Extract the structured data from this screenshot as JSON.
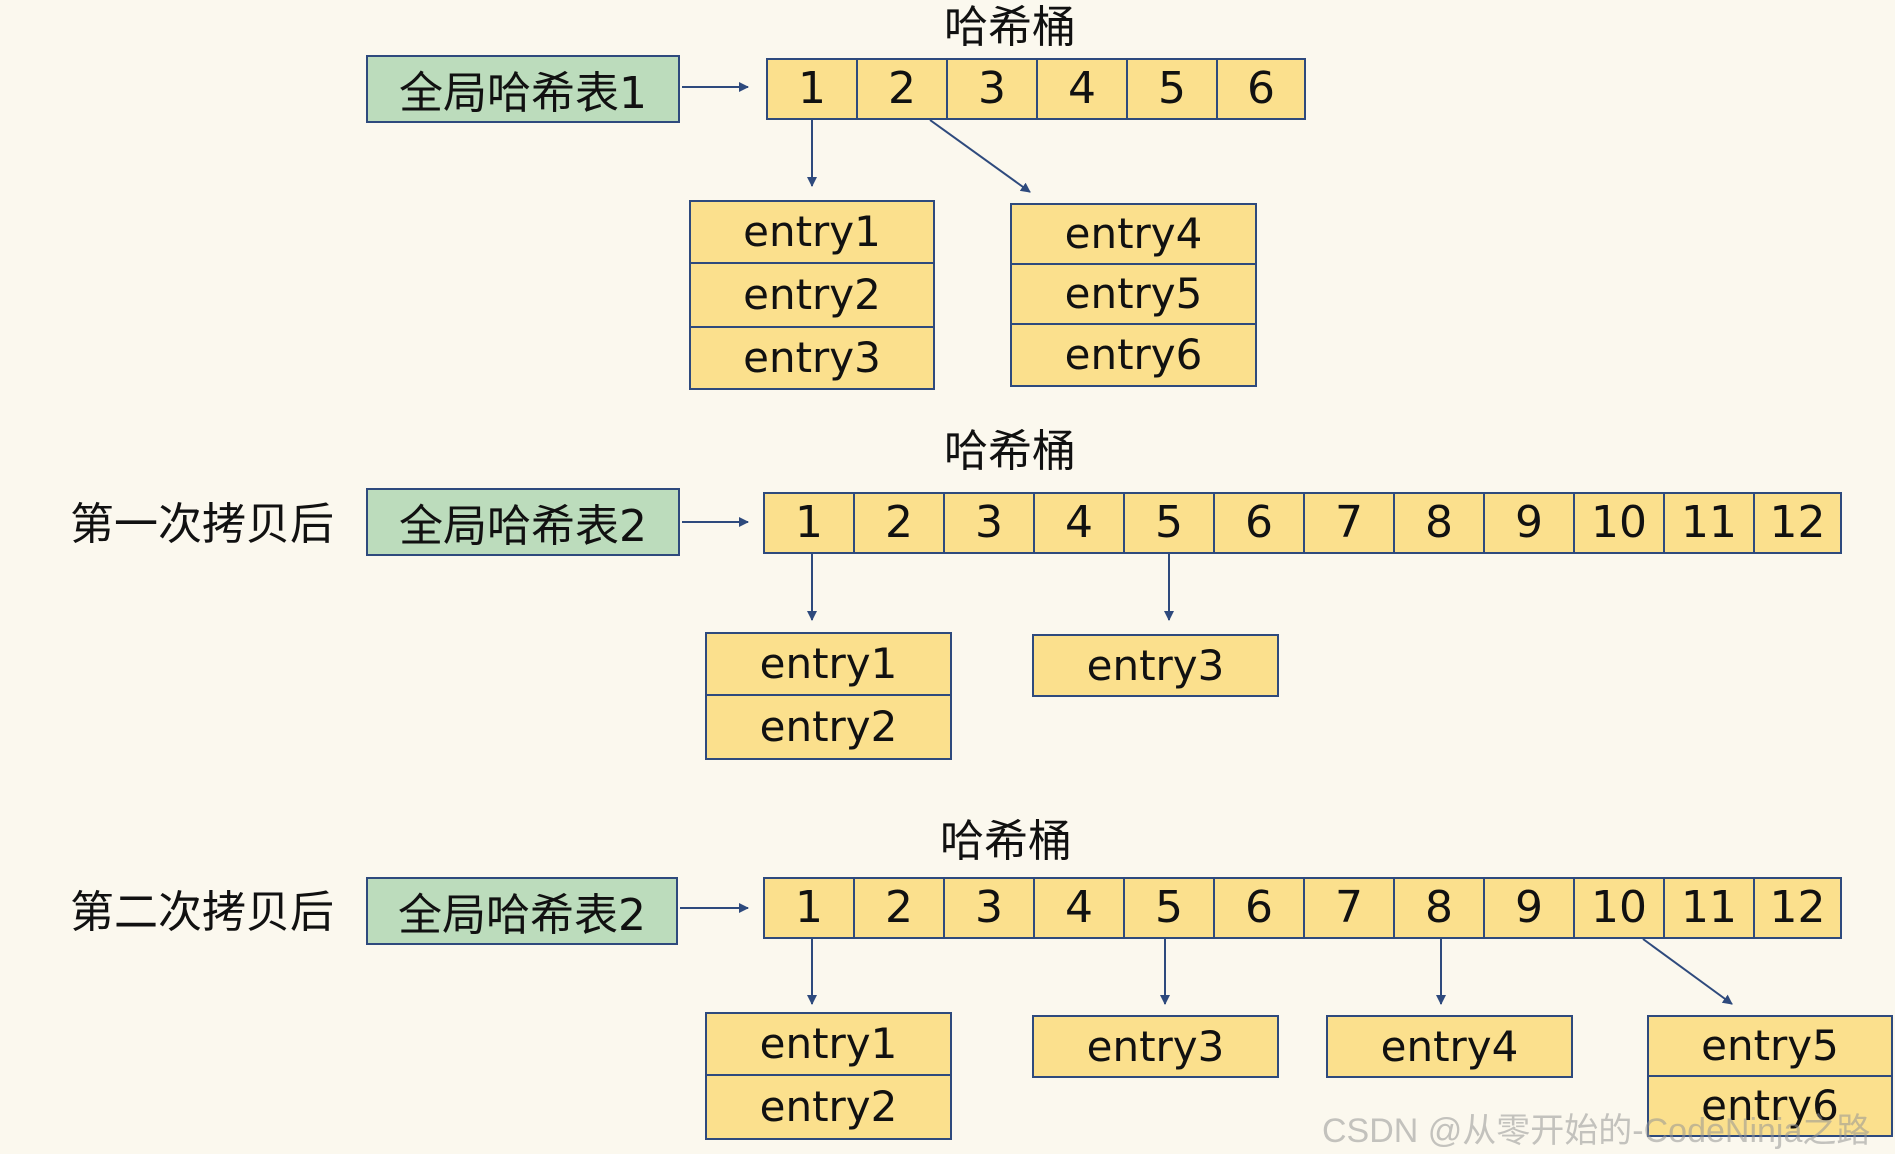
{
  "section1": {
    "header": "哈希桶",
    "table_label": "全局哈希表1",
    "buckets": [
      "1",
      "2",
      "3",
      "4",
      "5",
      "6"
    ],
    "group_a": [
      "entry1",
      "entry2",
      "entry3"
    ],
    "group_b": [
      "entry4",
      "entry5",
      "entry6"
    ]
  },
  "section2": {
    "side_label": "第一次拷贝后",
    "header": "哈希桶",
    "table_label": "全局哈希表2",
    "buckets": [
      "1",
      "2",
      "3",
      "4",
      "5",
      "6",
      "7",
      "8",
      "9",
      "10",
      "11",
      "12"
    ],
    "group_a": [
      "entry1",
      "entry2"
    ],
    "group_b": [
      "entry3"
    ]
  },
  "section3": {
    "side_label": "第二次拷贝后",
    "header": "哈希桶",
    "table_label": "全局哈希表2",
    "buckets": [
      "1",
      "2",
      "3",
      "4",
      "5",
      "6",
      "7",
      "8",
      "9",
      "10",
      "11",
      "12"
    ],
    "group_a": [
      "entry1",
      "entry2"
    ],
    "group_b": [
      "entry3"
    ],
    "group_c": [
      "entry4"
    ],
    "group_d": [
      "entry5",
      "entry6"
    ]
  },
  "watermark": "CSDN @从零开始的-CodeNinja之路",
  "colors": {
    "background": "#fbf8ee",
    "table_fill": "#bcdcbc",
    "bucket_fill": "#fbe08d",
    "border": "#2e4a7d",
    "arrow": "#2e4a7d"
  }
}
